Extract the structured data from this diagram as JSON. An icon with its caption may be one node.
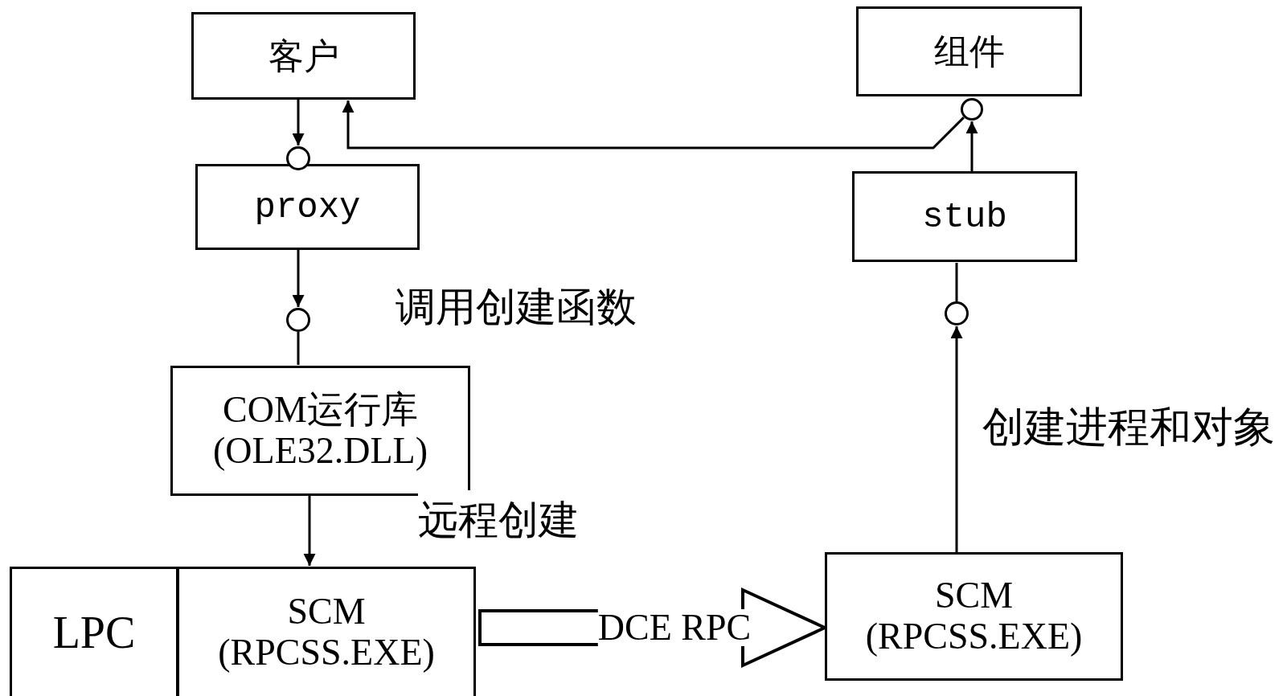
{
  "diagram": {
    "nodes": [
      {
        "text": [
          "客户"
        ]
      },
      {
        "text": [],
        "shape": "circle"
      },
      {
        "text": [
          "proxy"
        ]
      },
      {
        "text": [],
        "shape": "circle"
      },
      {
        "text": [
          "COM运行库 (OLE32.DLL)"
        ]
      },
      {
        "text": [
          "LPC"
        ]
      },
      {
        "text": [
          "SCM (RPCSS.EXE)"
        ]
      },
      {
        "text": [
          "组件"
        ]
      },
      {
        "text": [],
        "shape": "circle"
      },
      {
        "text": [
          "stub"
        ]
      },
      {
        "text": [],
        "shape": "circle"
      },
      {
        "text": [
          "SCM (RPCSS.EXE)"
        ]
      }
    ],
    "edges": [
      {
        "from": 0,
        "to": 1,
        "arrow": "to"
      },
      {
        "from": 2,
        "to": 3,
        "arrow": "to",
        "label": "调用创建函数"
      },
      {
        "from": 3,
        "to": 4,
        "arrow": "none"
      },
      {
        "from": 4,
        "to": 6,
        "arrow": "to",
        "label": "远程创建"
      },
      {
        "from": 6,
        "to": 11,
        "arrow": "to",
        "label": "DCE RPC",
        "style": "thick"
      },
      {
        "from": 11,
        "to": 10,
        "arrow": "to",
        "label": "创建进程和对象"
      },
      {
        "from": 10,
        "to": 9,
        "arrow": "none"
      },
      {
        "from": 9,
        "to": 8,
        "arrow": "to"
      },
      {
        "from": 8,
        "to": 0,
        "arrow": "to"
      }
    ]
  }
}
